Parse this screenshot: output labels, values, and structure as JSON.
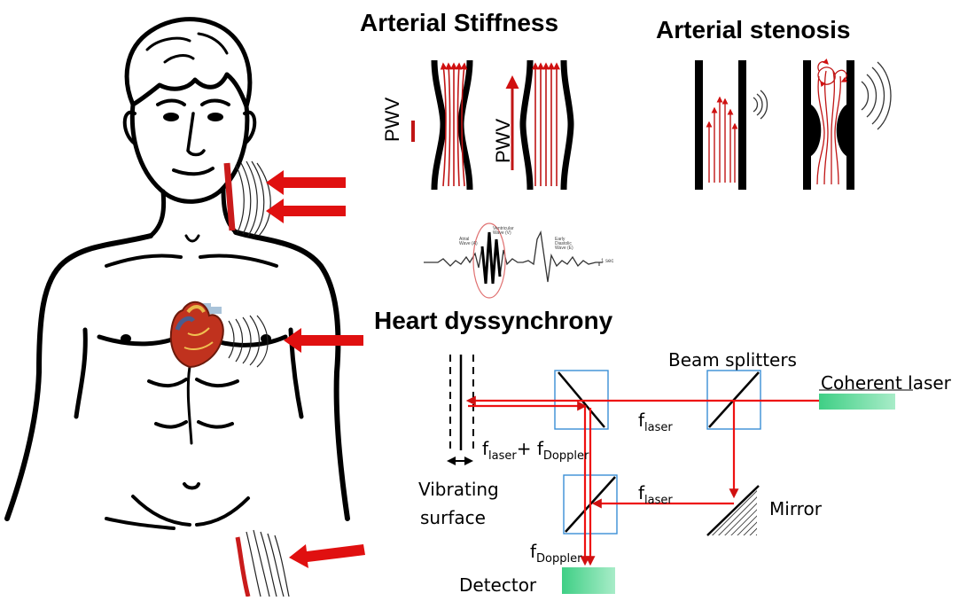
{
  "titles": {
    "stiffness": "Arterial Stiffness",
    "stenosis": "Arterial stenosis",
    "dyssynchrony": "Heart dyssynchrony"
  },
  "stiffness": {
    "pwv_label_a": "PWV",
    "pwv_label_b": "PWV"
  },
  "waveform": {
    "label_a": "Atrial Wave (A)",
    "label_b": "Ventricular Wave (V)",
    "label_c": "Early Diastolic Wave (E)",
    "scale": "1 sec"
  },
  "optics": {
    "beam_splitters": "Beam splitters",
    "coherent_laser": "Coherent laser",
    "f_main": "f",
    "f_laser_sub": "laser",
    "plus": "+ ",
    "f_doppler_sub": "Doppler",
    "vibrating_line1": "Vibrating",
    "vibrating_line2": "surface",
    "mirror": "Mirror",
    "detector": "Detector"
  },
  "colors": {
    "beam": "#ee1111",
    "arrow": "#e01010",
    "component_box": "#3a8fd6",
    "detector_fill": "#5fd39a",
    "vessel_wall": "#000000"
  }
}
